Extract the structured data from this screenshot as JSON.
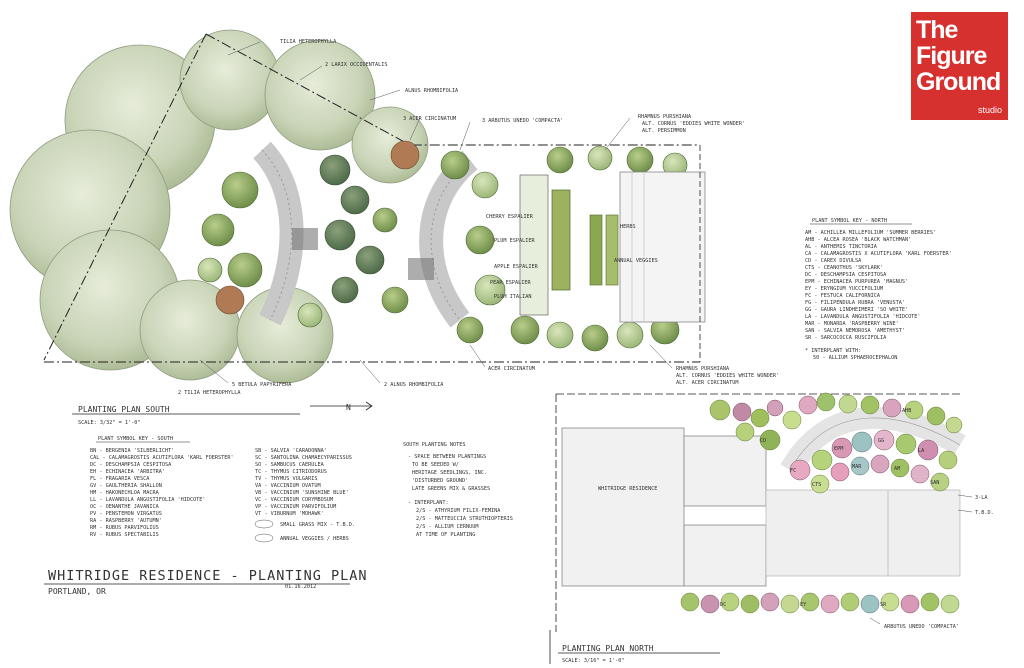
{
  "logo": {
    "line1": "The",
    "line2": "Figure",
    "line3": "Ground",
    "sub": "studio",
    "color": "#d6302f"
  },
  "south_plan": {
    "title": "PLANTING PLAN SOUTH",
    "scale": "SCALE: 3/32\" = 1'-0\"",
    "north_mark": "N",
    "labels": [
      "TILIA HETEROPHYLLA",
      "2 LARIX OCCIDENTALIS",
      "ALNUS RHOMBIFOLIA",
      "3 ACER CIRCINATUM",
      "3 ARBUTUS UNEDO 'COMPACTA'",
      "RHAMNUS PURSHIANA",
      "ALT. CORNUS 'EDDIES WHITE WONDER'",
      "ALT. PERSIMMON",
      "CHERRY ESPALIER",
      "PLUM ESPALIER",
      "APPLE ESPALIER",
      "PEAR ESPALIER",
      "PLUM ITALIAN",
      "5 BETULA PAPYRIFERA",
      "2 TILIA HETEROPHYLLA",
      "2 ALNUS RHOMBIFOLIA",
      "ACER CIRCINATUM",
      "RHAMNUS PURSHIANA",
      "ALT. CORNUS 'EDDIES WHITE WONDER'",
      "ALT. ACER CIRCINATUM",
      "HERBS",
      "ANNUAL VEGGIES"
    ]
  },
  "south_key": {
    "title": "PLANT SYMBOL KEY - SOUTH",
    "col1": [
      "BN - BERGENIA 'SILBERLICHT'",
      "CAL - CALAMAGROSTIS ACUTIFLORA 'KARL FOERSTER'",
      "DC - DESCHAMPSIA CESPITOSA",
      "EH - ECHINACEA 'ARBITRA'",
      "FL - FRAGARIA VESCA",
      "GV - GAULTHERIA SHALLON",
      "HM - HAKONECHLOA MACRA",
      "LL - LAVANDULA ANGUSTIFOLIA 'HIDCOTE'",
      "OC - OENANTHE JAVANICA",
      "PV - PENSTEMON VIRGATUS",
      "RA - RASPBERRY 'AUTUMN'",
      "RM - RUBUS PARVIFOLIUS",
      "RV - RUBUS SPECTABILIS"
    ],
    "col2": [
      "SB - SALVIA 'CARADONNA'",
      "SC - SANTOLINA CHAMAECYPARISSUS",
      "SO - SAMBUCUS CAERULEA",
      "TC - THYMUS CITRIODORUS",
      "TV - THYMUS VULGARIS",
      "VA - VACCINIUM OVATUM",
      "VB - VACCINIUM 'SUNSHINE BLUE'",
      "VC - VACCINIUM CORYMBOSUM",
      "VP - VACCINIUM PARVIFOLIUM",
      "VT - VIBURNUM 'MOHAWK'",
      "SMALL GRASS MIX - T.B.D.",
      "ANNUAL VEGGIES / HERBS"
    ]
  },
  "notes": {
    "title": "SOUTH PLANTING NOTES",
    "lines": [
      "- SPACE BETWEEN PLANTINGS",
      "TO BE SEEDED W/",
      "HERITAGE SEEDLINGS, INC.",
      "'DISTURBED GROUND'",
      "LATE GREENS MIX & GRASSES"
    ],
    "interplant_title": "- INTERPLANT:",
    "interplant": [
      "2/S - ATHYRIUM FILIX-FEMINA",
      "2/S - MATTEUCCIA STRUTHIOPTERIS",
      "2/S - ALLIUM CERNUUM",
      "AT TIME OF PLANTING"
    ]
  },
  "north_key": {
    "title": "PLANT SYMBOL KEY - NORTH",
    "items": [
      "AM - ACHILLEA MILLEFOLIUM 'SUMMER BERRIES'",
      "AHB - ALCEA ROSEA 'BLACK WATCHMAN'",
      "AL - ANTHEMIS TINCTORIA",
      "CA - CALAMAGROSTIS X ACUTIFLORA 'KARL FOERSTER'",
      "CD - CAREX DIVULSA",
      "CTS - CEANOTHUS 'SKYLARK'",
      "DC - DESCHAMPSIA CESPITOSA",
      "EPM - ECHINACEA PURPUREA 'MAGNUS'",
      "EY - ERYNGIUM YUCCIFOLIUM",
      "FC - FESTUCA CALIFORNICA",
      "FG - FILIPENDULA RUBRA 'VENUSTA'",
      "GG - GAURA LINDHEIMERI 'SO WHITE'",
      "LA - LAVANDULA ANGUSTIFOLIA 'HIDCOTE'",
      "MAR - MONARDA 'RASPBERRY WINE'",
      "SAN - SALVIA NEMOROSA 'AMETHYST'",
      "SR - SARCOCOCCA RUSCIFOLIA"
    ],
    "interplant_title": "* INTERPLANT WITH:",
    "interplant": "50 - ALLIUM SPHAEROCEPHALON"
  },
  "sheet_title": "WHITRIDGE RESIDENCE - PLANTING PLAN",
  "location": "PORTLAND, OR",
  "date": "01.16.2012",
  "north_plan": {
    "title": "PLANTING PLAN NORTH",
    "scale": "SCALE: 3/16\" = 1'-0\"",
    "residence": "WHITRIDGE RESIDENCE",
    "labels": [
      "3-LA",
      "T.B.D.",
      "ARBUTUS UNEDO 'COMPACTA'"
    ],
    "plant_codes": [
      "EPM",
      "GG",
      "LA",
      "MAR",
      "AM",
      "SAN",
      "CTS",
      "FC",
      "CD",
      "AHB",
      "DC",
      "EY",
      "SR"
    ]
  }
}
